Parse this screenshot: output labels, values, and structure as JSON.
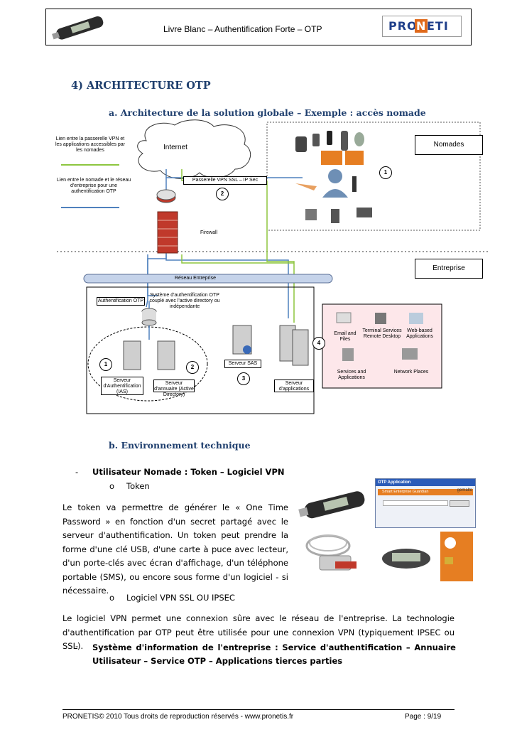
{
  "header": {
    "title": "Livre Blanc – Authentification Forte – OTP",
    "logo_text_1": "PRO",
    "logo_text_2": "N",
    "logo_text_3": "ETI",
    "logo_colors": {
      "dark": "#1f3f8a",
      "orange": "#e06a1b"
    }
  },
  "section4": {
    "title": "4) ARCHITECTURE OTP"
  },
  "subsection_a": {
    "title": "a.  Architecture de la solution globale – Exemple : accès nomade"
  },
  "diagram": {
    "legend_green": "Lien entre la passerelle VPN et les applications accessibles par les nomades",
    "legend_blue": "Lien entre le nomade et le réseau d'entreprise pour une authentification OTP",
    "internet": "Internet",
    "passerelle": "Passerelle VPN SSL – IP Sec",
    "firewall": "Firewall",
    "nomades": "Nomades",
    "entreprise": "Entreprise",
    "reseau": "Réseau Entreprise",
    "auth_otp": "Authentification OTP",
    "systeme": "Système d'authentification OTP couplé avec l'active directory ou indépendante",
    "serveur_ias": "Serveur d'Authentification (IAS)",
    "serveur_annuaire": "Serveur d'annuaire (Active Directory)",
    "serveur_sas": "Serveur SAS",
    "serveur_app": "Serveur d'applications",
    "app_email": "Email and Files",
    "app_terminal": "Terminal Services Remote Desktop",
    "app_web": "Web-based Applications",
    "app_services": "Services and Applications",
    "app_network": "Network Places",
    "n1": "1",
    "n2": "2",
    "n3": "3",
    "n4": "4",
    "line_colors": {
      "green": "#8dc63f",
      "blue": "#4f81bd"
    }
  },
  "subsection_b": {
    "title": "b.  Environnement technique"
  },
  "bullet1": {
    "dash": "-",
    "text": "Utilisateur Nomade : Token – Logiciel VPN"
  },
  "sub1": {
    "mark": "o",
    "text": "Token"
  },
  "para1": "Le token va permettre de générer le « One Time Password » en fonction d'un secret partagé avec le serveur d'authentification. Un token peut prendre la forme d'une clé USB, d'une carte à puce avec lecteur, d'un porte-clés avec écran d'affichage, d'un téléphone portable (SMS), ou encore sous forme d'un logiciel - si nécessaire.",
  "sub2": {
    "mark": "o",
    "text": "Logiciel VPN SSL OU IPSEC"
  },
  "para2": "Le logiciel VPN permet une connexion sûre avec le réseau de l'entreprise. La technologie d'authentification par OTP peut être utilisée pour une connexion VPN (typiquement IPSEC ou SSL).",
  "bullet2": {
    "dash": "-",
    "text": "Système d'information de l'entreprise : Service d'authentification – Annuaire Utilisateur – Service OTP – Applications tierces parties"
  },
  "otp_window": {
    "title": "OTP Application",
    "subtitle": "Smart Enterprise Guardian",
    "brand": "gemalto"
  },
  "footer": {
    "left": "PRONETIS© 2010 Tous droits de reproduction réservés - www.pronetis.fr",
    "right": "Page : 9/19"
  }
}
